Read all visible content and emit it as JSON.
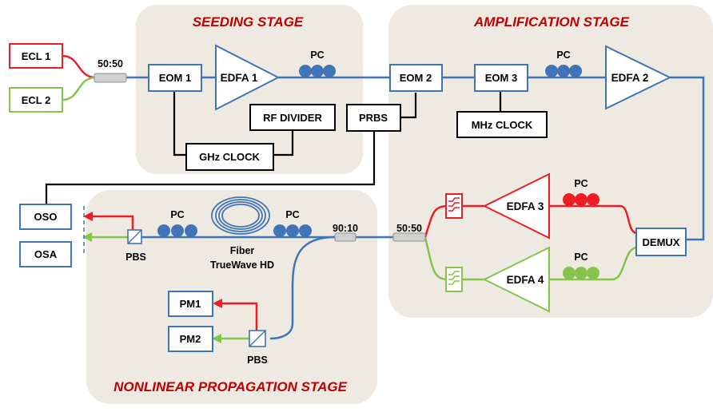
{
  "stages": {
    "seeding": "SEEDING STAGE",
    "amplification": "AMPLIFICATION STAGE",
    "nonlinear": "NONLINEAR PROPAGATION STAGE"
  },
  "lasers": {
    "ecl1": "ECL 1",
    "ecl2": "ECL 2"
  },
  "couplers": {
    "c1": "50:50",
    "c2": "90:10",
    "c3": "50:50"
  },
  "modulators": {
    "eom1": "EOM 1",
    "eom2": "EOM 2",
    "eom3": "EOM 3"
  },
  "amplifiers": {
    "edfa1": "EDFA 1",
    "edfa2": "EDFA 2",
    "edfa3": "EDFA 3",
    "edfa4": "EDFA 4"
  },
  "electronics": {
    "rf_divider": "RF DIVIDER",
    "prbs": "PRBS",
    "ghz_clock": "GHz CLOCK",
    "mhz_clock": "MHz CLOCK"
  },
  "pc_label": "PC",
  "demux": "DEMUX",
  "instruments": {
    "oso": "OSO",
    "osa": "OSA",
    "pm1": "PM1",
    "pm2": "PM2"
  },
  "pbs_label": "PBS",
  "fiber": {
    "line1": "Fiber",
    "line2": "TrueWave HD"
  },
  "colors": {
    "stage_bg": "#eeeae1",
    "stage_title": "#c00000",
    "blue": "#3f74b6",
    "red": "#ee1c24",
    "green": "#84c44b"
  }
}
